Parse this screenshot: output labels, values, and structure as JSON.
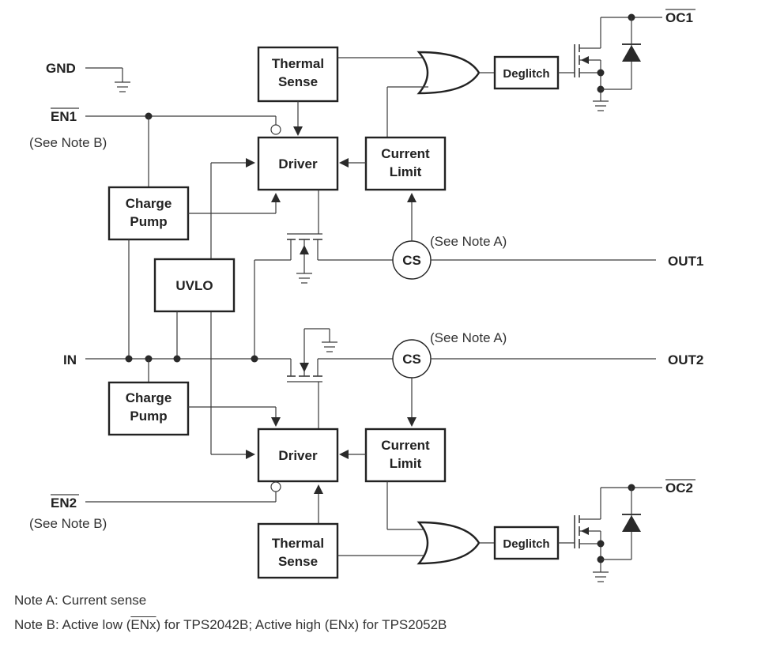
{
  "pins": {
    "gnd": "GND",
    "en1": "EN1",
    "en2": "EN2",
    "in": "IN",
    "out1": "OUT1",
    "out2": "OUT2",
    "oc1": "OC1",
    "oc2": "OC2"
  },
  "blocks": {
    "thermal_sense": [
      "Thermal",
      "Sense"
    ],
    "driver": "Driver",
    "current_limit": [
      "Current",
      "Limit"
    ],
    "charge_pump": [
      "Charge",
      "Pump"
    ],
    "uvlo": "UVLO",
    "deglitch": "Deglitch",
    "cs": "CS"
  },
  "annotations": {
    "see_note_a": "(See Note A)",
    "see_note_b": "(See Note B)"
  },
  "notes": {
    "note_a": "Note A: Current sense",
    "note_b_prefix": "Note B: Active low (",
    "note_b_enx_bar": "ENx",
    "note_b_suffix": ") for TPS2042B; Active high (ENx) for TPS2052B"
  }
}
